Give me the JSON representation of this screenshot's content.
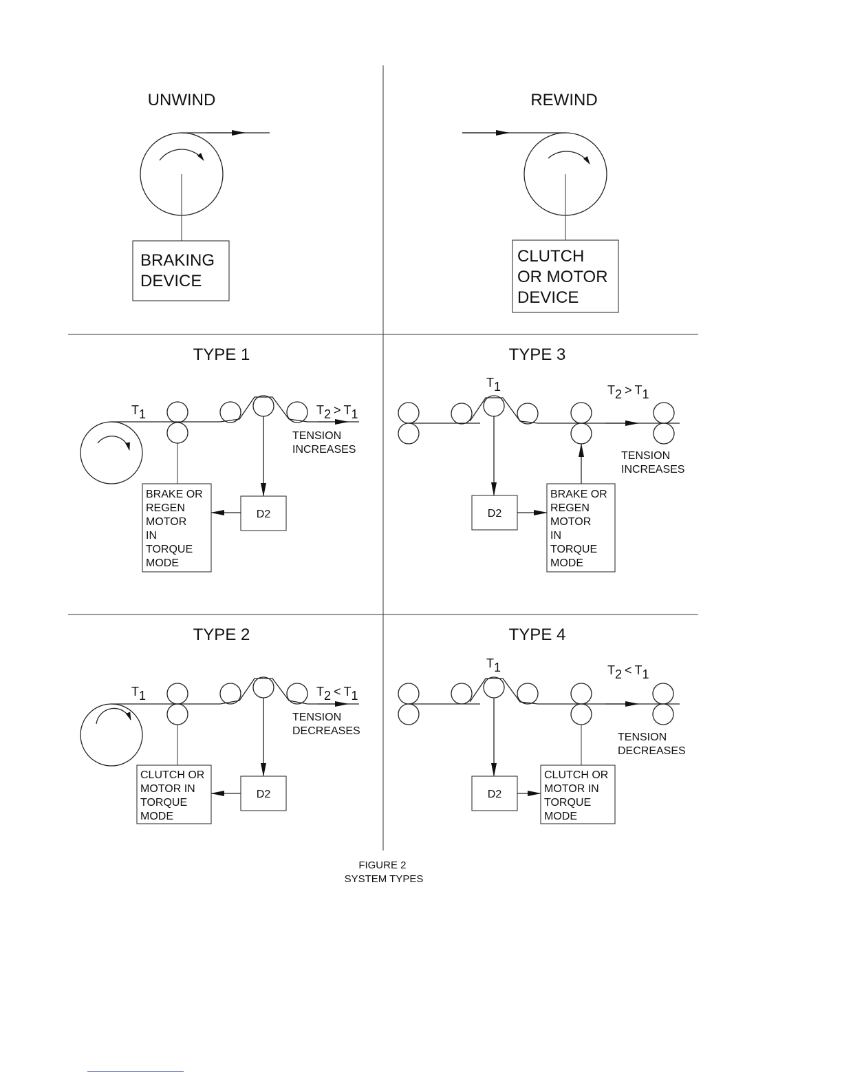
{
  "unwind": {
    "title": "UNWIND",
    "device": [
      "BRAKING",
      "DEVICE"
    ]
  },
  "rewind": {
    "title": "REWIND",
    "device": [
      "CLUTCH",
      "OR MOTOR",
      "DEVICE"
    ]
  },
  "type1": {
    "title": "TYPE 1",
    "t1": "T",
    "t1_sub": "1",
    "t2": "T",
    "t2_sub": "2",
    "op": ">",
    "t3": "T",
    "t3_sub": "1",
    "note": [
      "TENSION",
      "INCREASES"
    ],
    "device": [
      "BRAKE OR",
      "REGEN",
      "MOTOR",
      "IN",
      "TORQUE",
      "MODE"
    ],
    "d2": "D2"
  },
  "type3": {
    "title": "TYPE 3",
    "t1": "T",
    "t1_sub": "1",
    "t2": "T",
    "t2_sub": "2",
    "op": ">",
    "t3": "T",
    "t3_sub": "1",
    "note": [
      "TENSION",
      "INCREASES"
    ],
    "device": [
      "BRAKE OR",
      "REGEN",
      "MOTOR",
      "IN",
      "TORQUE",
      "MODE"
    ],
    "d2": "D2"
  },
  "type2": {
    "title": "TYPE 2",
    "t1": "T",
    "t1_sub": "1",
    "t2": "T",
    "t2_sub": "2",
    "op": "<",
    "t3": "T",
    "t3_sub": "1",
    "note": [
      "TENSION",
      "DECREASES"
    ],
    "device": [
      "CLUTCH OR",
      "MOTOR IN",
      "TORQUE",
      "MODE"
    ],
    "d2": "D2"
  },
  "type4": {
    "title": "TYPE 4",
    "t1": "T",
    "t1_sub": "1",
    "t2": "T",
    "t2_sub": "2",
    "op": "<",
    "t3": "T",
    "t3_sub": "1",
    "note": [
      "TENSION",
      "DECREASES"
    ],
    "device": [
      "CLUTCH OR",
      "MOTOR IN",
      "TORQUE",
      "MODE"
    ],
    "d2": "D2"
  },
  "caption": {
    "line1": "FIGURE 2",
    "line2": "SYSTEM TYPES"
  }
}
